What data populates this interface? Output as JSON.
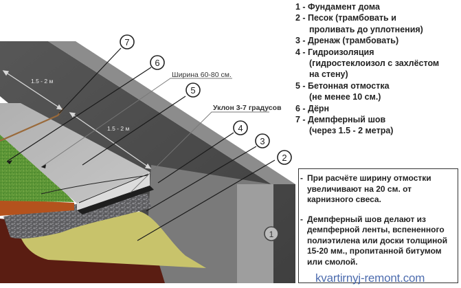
{
  "legend": {
    "items": [
      {
        "num": "1",
        "label": "1 - Фундамент дома",
        "cont": []
      },
      {
        "num": "2",
        "label": "2 - Песок (трамбовать и",
        "cont": [
          "проливать до уплотнения)"
        ]
      },
      {
        "num": "3",
        "label": "3 - Дренаж (трамбовать)",
        "cont": []
      },
      {
        "num": "4",
        "label": "4 - Гидроизоляция",
        "cont": [
          "(гидростеклоизол с захлёстом",
          "на стену)"
        ]
      },
      {
        "num": "5",
        "label": "5 - Бетонная отмостка",
        "cont": [
          "(не менее 10 см.)"
        ]
      },
      {
        "num": "6",
        "label": "6 - Дёрн",
        "cont": []
      },
      {
        "num": "7",
        "label": "7 - Демпферный шов",
        "cont": [
          "(через 1.5 - 2 метра)"
        ]
      }
    ]
  },
  "notes": [
    "При расчёте ширину отмостки увеличивают на 20 см. от карнизного свеса.",
    "Демпферный шов делают из демпферной ленты, вспененного полиэтилена или доски толщиной 15-20 мм., пропитанной битумом или смолой."
  ],
  "annotations": {
    "width_label": "Ширина 60-80 см.",
    "slope_label": "Уклон 3-7 градусов",
    "segment_1": "1.5 - 2 м",
    "segment_2": "1.5 - 2 м"
  },
  "callouts": [
    "1",
    "2",
    "3",
    "4",
    "5",
    "6",
    "7"
  ],
  "watermark": "kvartirnyj-remont.com",
  "colors": {
    "foundation_top": "#4a4a4a",
    "foundation_face": "#9a9a9a",
    "foundation_side": "#6e6e6e",
    "concrete_slab": "#b8b8b8",
    "grass": "#4f8a2f",
    "soil": "#5a1d12",
    "topsoil": "#b4521d",
    "gravel": "#5e5e60",
    "sand": "#c9c46a",
    "watermark": "#3a5da6"
  }
}
